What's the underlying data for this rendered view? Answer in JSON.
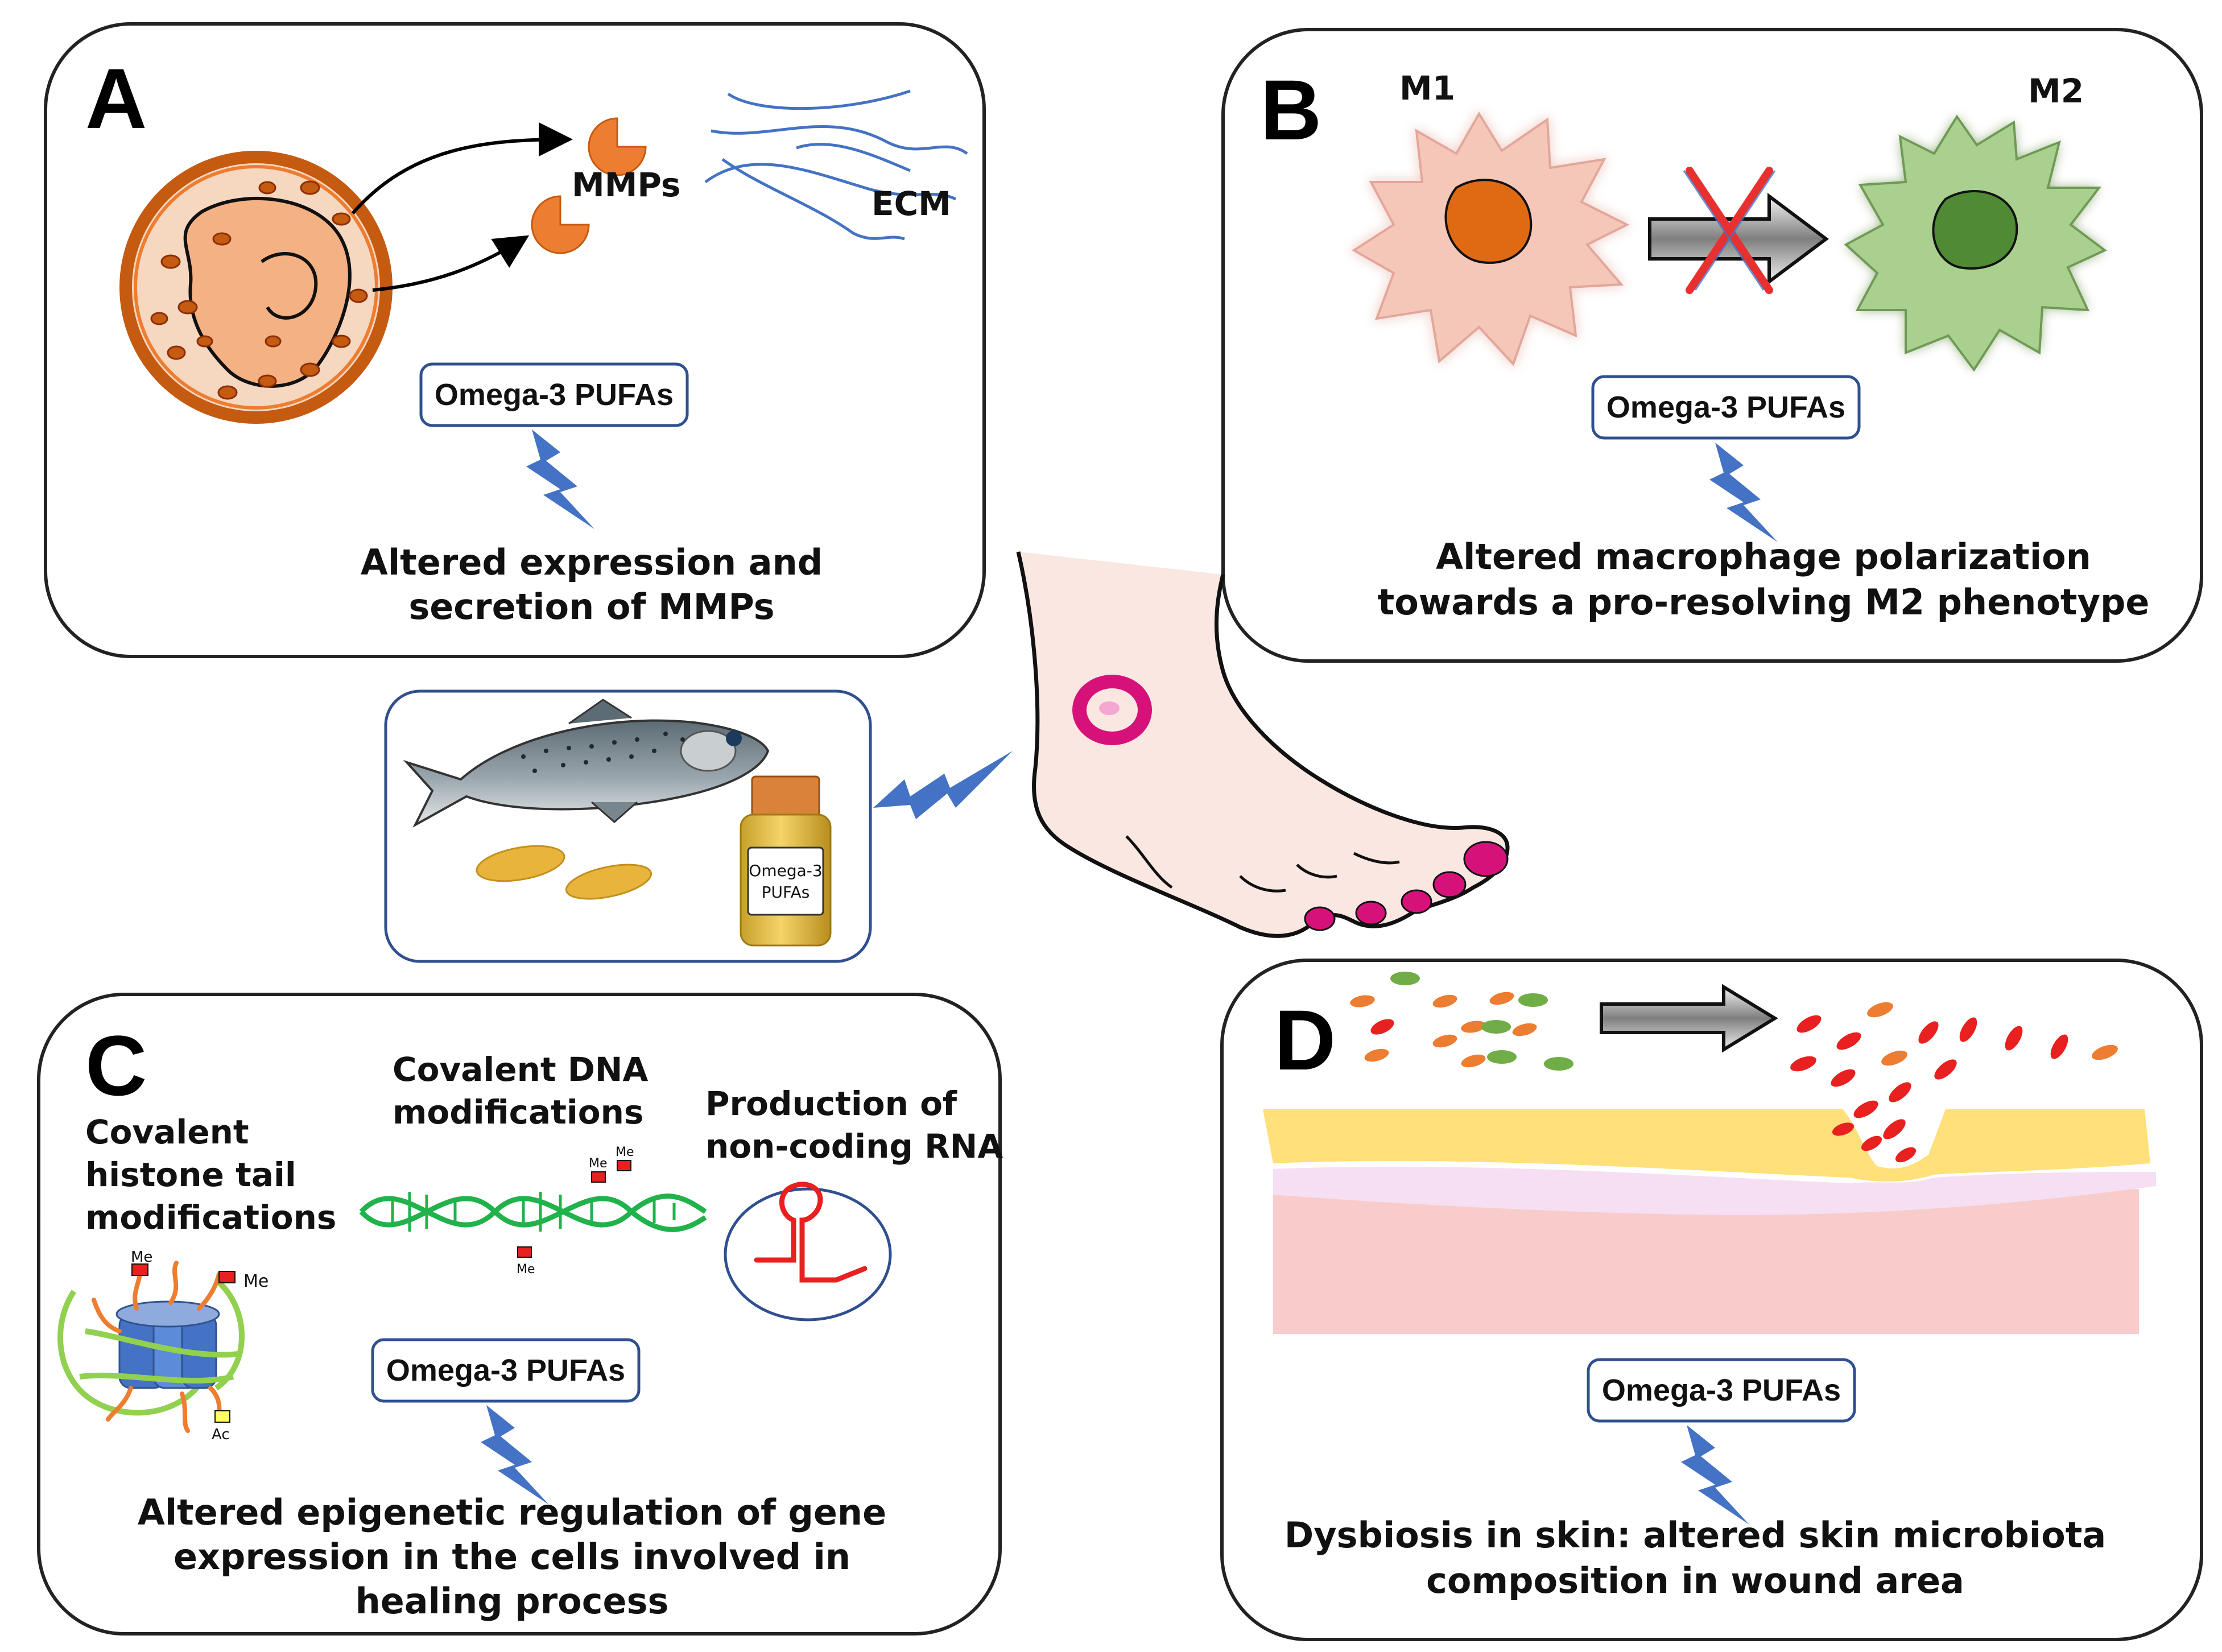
{
  "panels": {
    "a": {
      "letter": "A",
      "mmps_label": "MMPs",
      "ecm_label": "ECM",
      "badge": "Omega-3 PUFAs",
      "caption_line1": "Altered expression and",
      "caption_line2": "secretion of MMPs"
    },
    "b": {
      "letter": "B",
      "m1_label": "M1",
      "m2_label": "M2",
      "badge": "Omega-3 PUFAs",
      "caption_line1": "Altered macrophage polarization",
      "caption_line2": "towards a pro-resolving M2 phenotype"
    },
    "c": {
      "letter": "C",
      "histone_line1": "Covalent",
      "histone_line2": "histone tail",
      "histone_line3": "modifications",
      "dna_line1": "Covalent DNA",
      "dna_line2": "modifications",
      "rna_line1": "Production of",
      "rna_line2": "non-coding RNA",
      "me_label": "Me",
      "ac_label": "Ac",
      "badge": "Omega-3 PUFAs",
      "caption_line1": "Altered epigenetic regulation of gene",
      "caption_line2": "expression in the cells involved in",
      "caption_line3": "healing process"
    },
    "d": {
      "letter": "D",
      "badge": "Omega-3 PUFAs",
      "caption_line1": "Dysbiosis in skin: altered skin microbiota",
      "caption_line2": "composition in wound area"
    }
  },
  "center": {
    "bottle_line1": "Omega-3",
    "bottle_line2": "PUFAs"
  },
  "colors": {
    "panel_border": "#222222",
    "badge_border": "#2f4f8f",
    "bolt": "#4472c4",
    "mmp": "#ed7d31",
    "cell_membrane": "#c55a11",
    "m1_cell": "#f4c7b8",
    "m2_cell": "#a9d08e",
    "cross": "#e83030",
    "skin_epidermis": "#ffe07a",
    "skin_dermis": "#f9cccc",
    "skin_mid": "#f6dff2",
    "ulcer": "#d6127a",
    "dna": "#21b24b",
    "rna": "#e82020"
  }
}
